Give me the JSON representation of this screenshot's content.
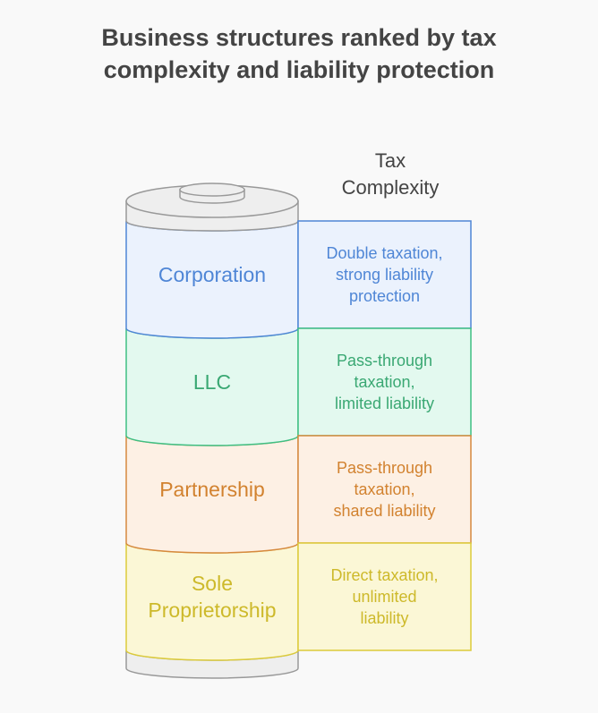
{
  "title": {
    "line1": "Business structures ranked by tax",
    "line2": "complexity and liability protection"
  },
  "axis_label": {
    "line1": "Tax",
    "line2": "Complexity"
  },
  "layers": [
    {
      "name": "Corporation",
      "name_lines": [
        "Corporation"
      ],
      "description_lines": [
        "Double taxation,",
        "strong liability",
        "protection"
      ],
      "stroke": "#4f86d6",
      "fill": "#ebf2fd",
      "text_color": "#4f86d6"
    },
    {
      "name": "LLC",
      "name_lines": [
        "LLC"
      ],
      "description_lines": [
        "Pass-through",
        "taxation,",
        "limited liability"
      ],
      "stroke": "#3fbf83",
      "fill": "#e3f9ef",
      "text_color": "#3aa873"
    },
    {
      "name": "Partnership",
      "name_lines": [
        "Partnership"
      ],
      "description_lines": [
        "Pass-through",
        "taxation,",
        "shared liability"
      ],
      "stroke": "#d6893f",
      "fill": "#fdf0e4",
      "text_color": "#d2822f"
    },
    {
      "name": "Sole Proprietorship",
      "name_lines": [
        "Sole",
        "Proprietorship"
      ],
      "description_lines": [
        "Direct taxation,",
        "unlimited",
        "liability"
      ],
      "stroke": "#dccb3a",
      "fill": "#fbf7d6",
      "text_color": "#cdb92a"
    }
  ],
  "colors": {
    "cap_stroke": "#999999",
    "cap_fill": "#eeeeee",
    "title": "#444444",
    "axis_label": "#444444"
  }
}
